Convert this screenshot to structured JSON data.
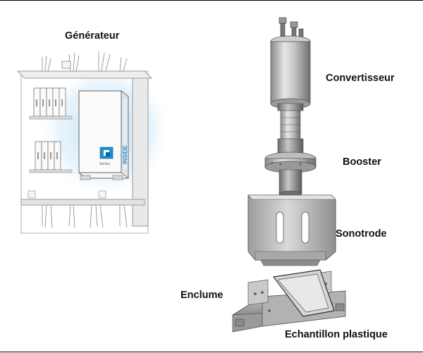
{
  "labels": {
    "generateur": "Générateur",
    "convertisseur": "Convertisseur",
    "booster": "Booster",
    "sonotrode": "Sonotrode",
    "enclume": "Enclume",
    "echantillon": "Echantillon plastique"
  },
  "generator_panel": {
    "side_text": "INSIDE",
    "brand_text": "Sonics"
  },
  "colors": {
    "glow": "#cfe6f7",
    "metal_light": "#e2e2e2",
    "metal_mid": "#b8b8b8",
    "metal_dark": "#7a7a7a",
    "accent_blue": "#1f8fd1",
    "text": "#111111"
  }
}
